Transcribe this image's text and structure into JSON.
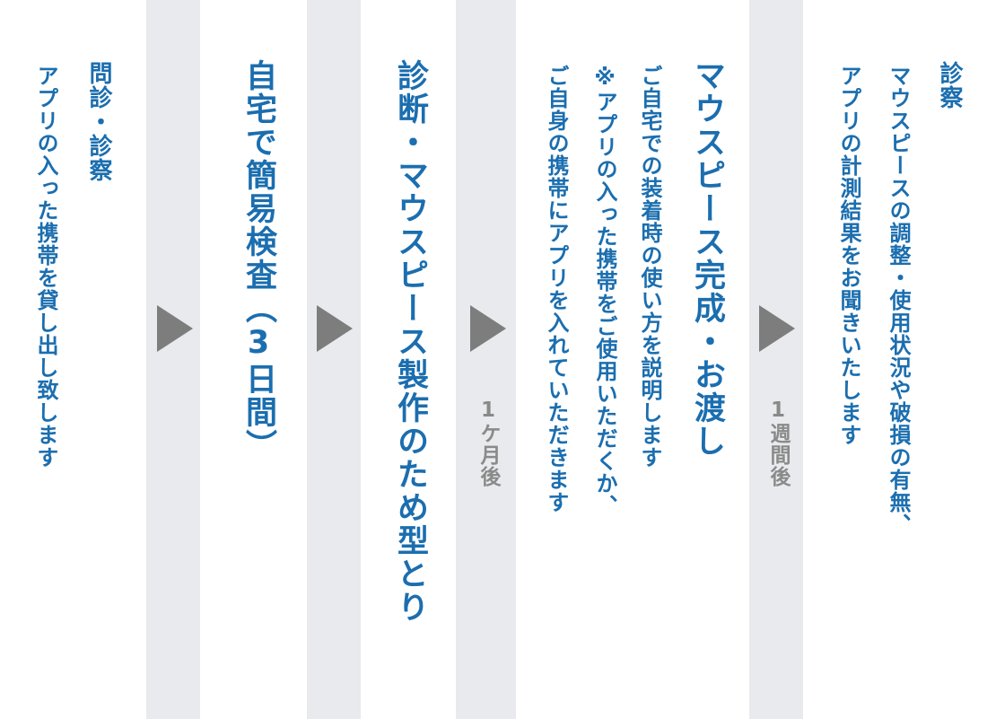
{
  "steps": [
    {
      "title": "問診・診察",
      "description": "アプリの入った携帯を貸し出し致します"
    },
    {
      "title": "自宅で簡易検査（3日間）"
    },
    {
      "title": "診断・マウスピース製作のため型とり"
    },
    {
      "interval": "1ケ月後"
    },
    {
      "title": "マウスピース完成・お渡し",
      "lines": [
        "ご自宅での装着時の使い方を説明します",
        "※アプリの入った携帯をご使用いただくか、",
        "ご自身の携帯にアプリを入れていただきます"
      ]
    },
    {
      "interval": "1週間後"
    },
    {
      "title": "診察",
      "lines": [
        "マウスピースの調整・使用状況や破損の有無、",
        "アプリの計測結果をお聞きいたします"
      ]
    }
  ],
  "colors": {
    "text_blue": "#1b6eaf",
    "band_gray": "#e9eaed",
    "arrow_gray": "#7d7d7d",
    "interval_gray": "#8a8a8a"
  }
}
